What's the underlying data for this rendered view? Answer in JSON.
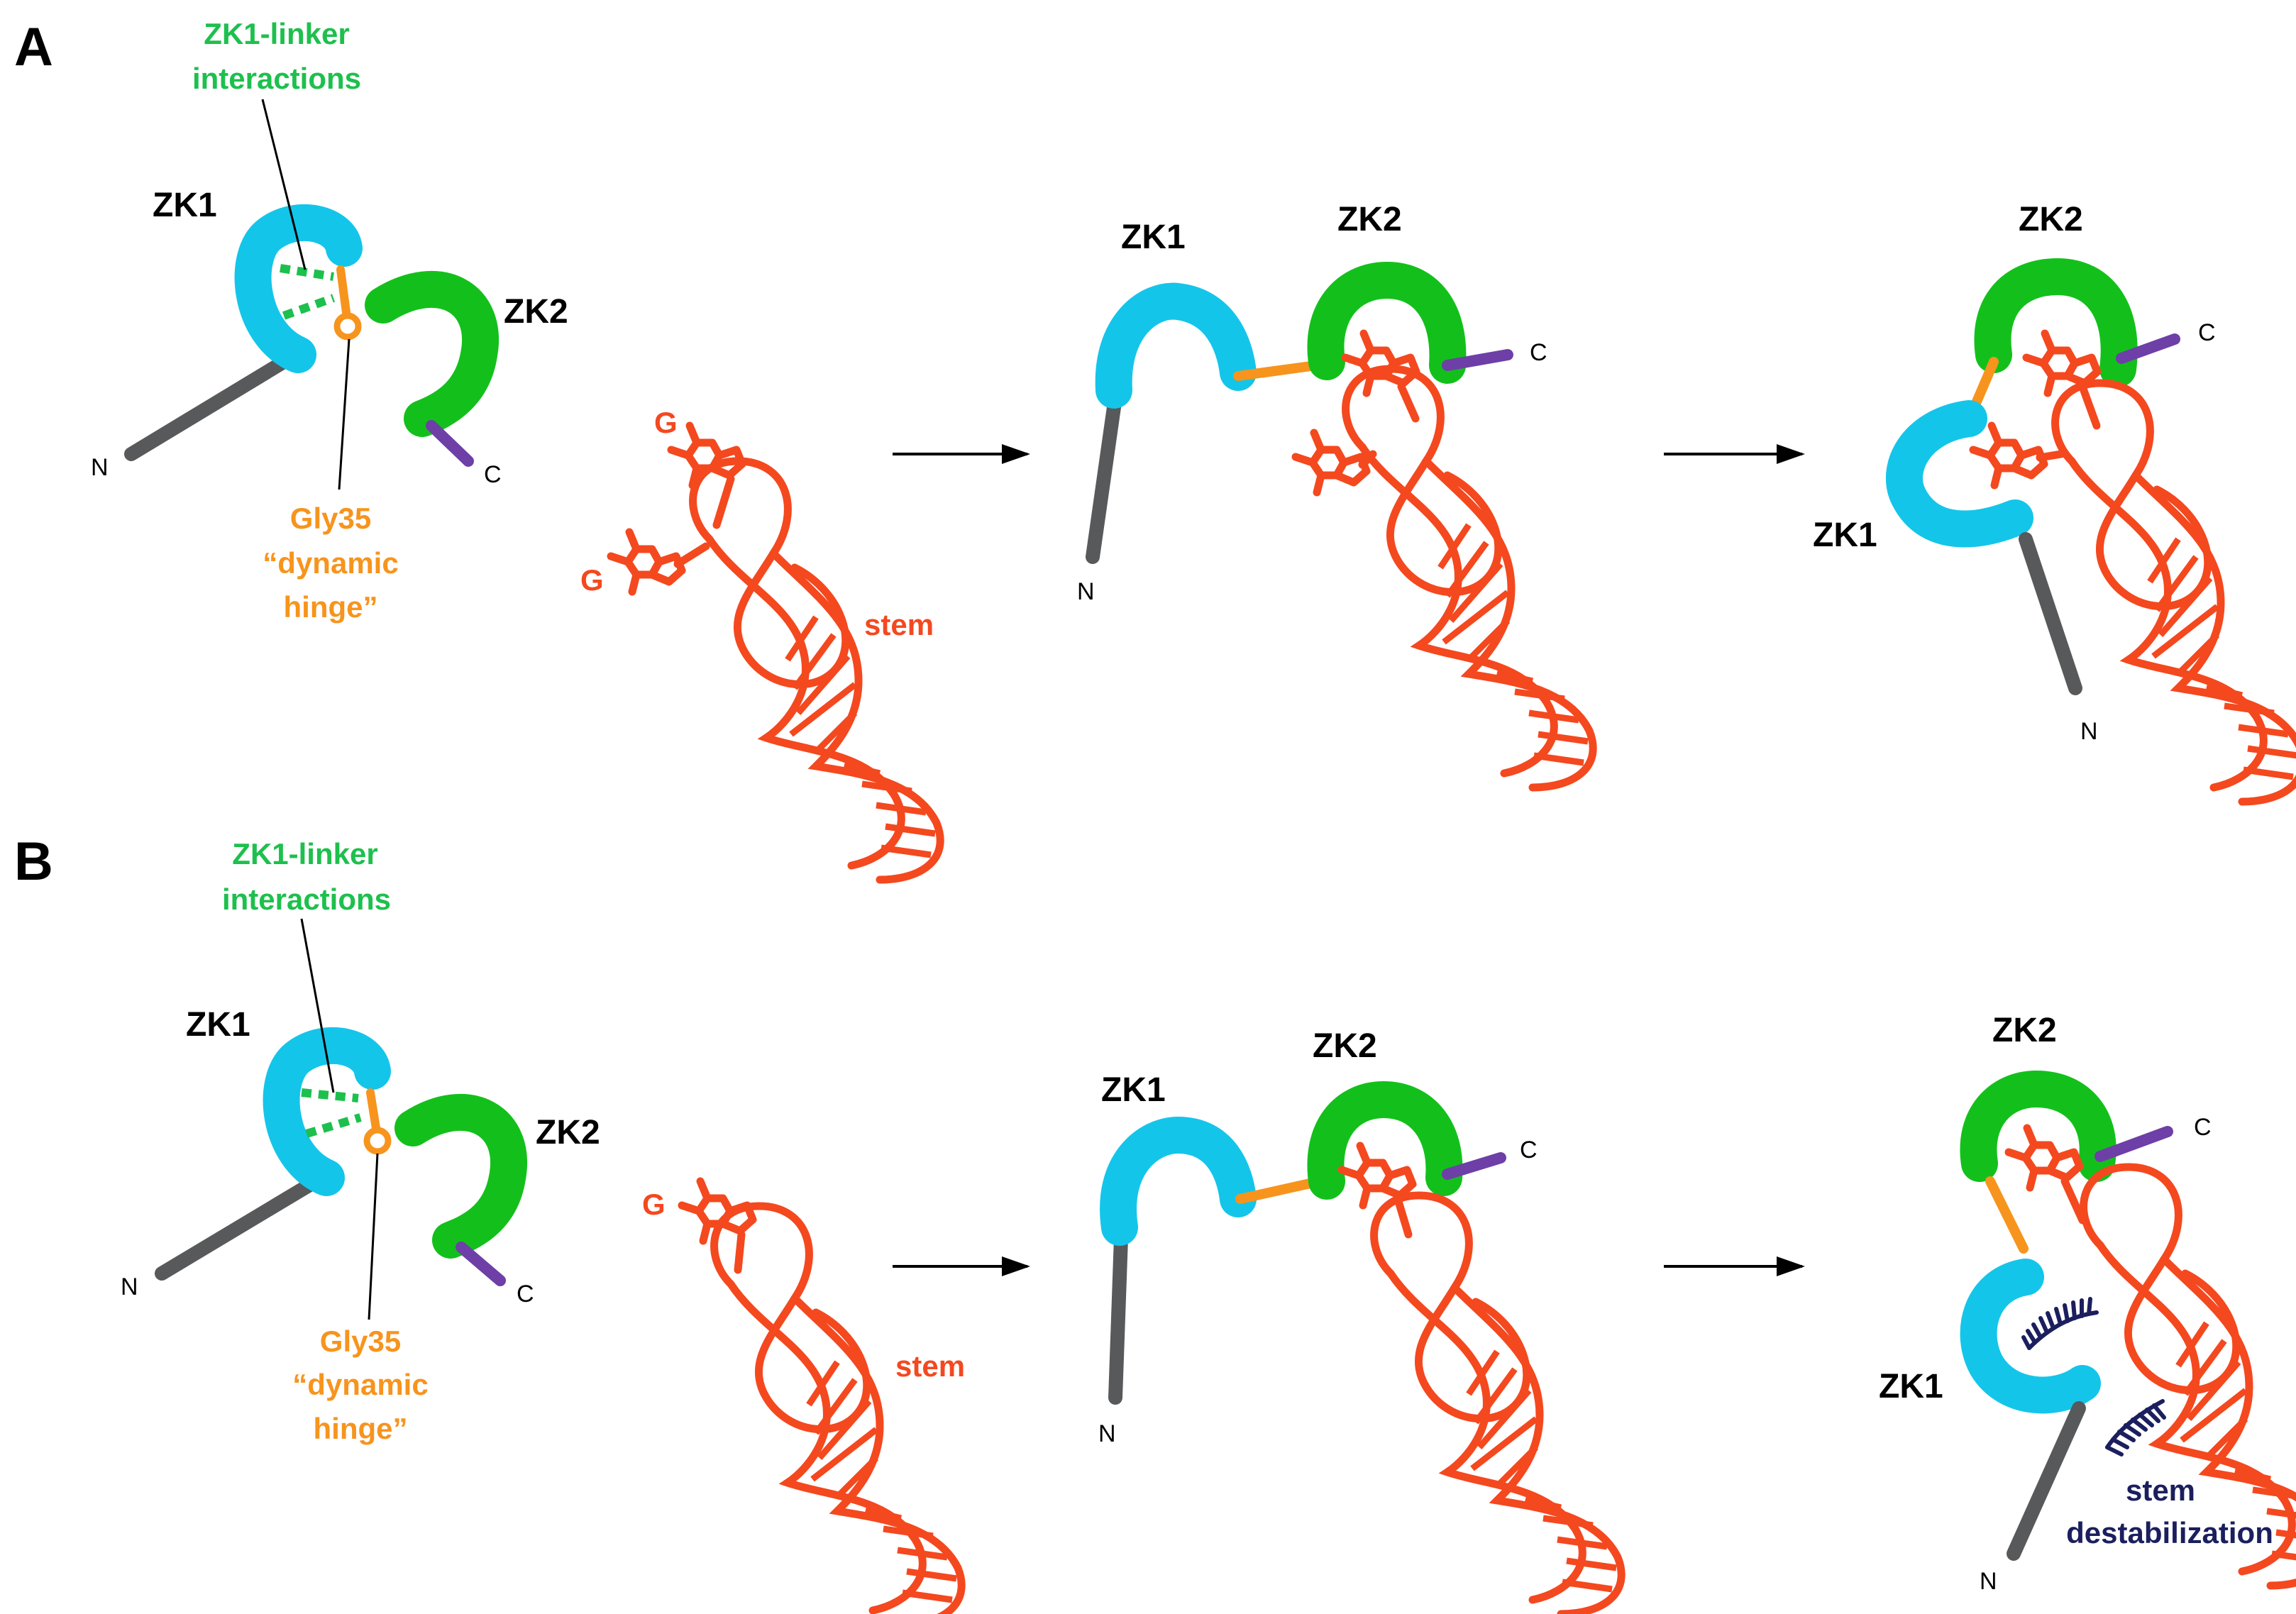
{
  "colors": {
    "zk1": "#14c5ea",
    "zk2": "#13c01b",
    "linker": "#f7941d",
    "n_tail": "#58595b",
    "c_tail": "#6e3fa6",
    "rna": "#f4481f",
    "annotation_green": "#1dc04d",
    "annotation_orange": "#f7941d",
    "destab": "#1b1f5e",
    "text": "#000000"
  },
  "panel_a": {
    "letter": "A",
    "interactions_line1": "ZK1-linker",
    "interactions_line2": "interactions",
    "hinge_line1": "Gly35",
    "hinge_line2": "“dynamic",
    "hinge_line3": "hinge”",
    "step1": {
      "zk1": "ZK1",
      "zk2": "ZK2",
      "n": "N",
      "c": "C"
    },
    "rna": {
      "g_top": "G",
      "g_bottom": "G",
      "stem": "stem"
    },
    "step2": {
      "zk1": "ZK1",
      "zk2": "ZK2",
      "n": "N",
      "c": "C"
    },
    "step3": {
      "zk1": "ZK1",
      "zk2": "ZK2",
      "n": "N",
      "c": "C"
    }
  },
  "panel_b": {
    "letter": "B",
    "interactions_line1": "ZK1-linker",
    "interactions_line2": "interactions",
    "hinge_line1": "Gly35",
    "hinge_line2": "“dynamic",
    "hinge_line3": "hinge”",
    "step1": {
      "zk1": "ZK1",
      "zk2": "ZK2",
      "n": "N",
      "c": "C"
    },
    "rna": {
      "g": "G",
      "stem": "stem"
    },
    "step2": {
      "zk1": "ZK1",
      "zk2": "ZK2",
      "n": "N",
      "c": "C"
    },
    "step3": {
      "zk1": "ZK1",
      "zk2": "ZK2",
      "n": "N",
      "c": "C",
      "destab_line1": "stem",
      "destab_line2": "destabilization"
    }
  }
}
